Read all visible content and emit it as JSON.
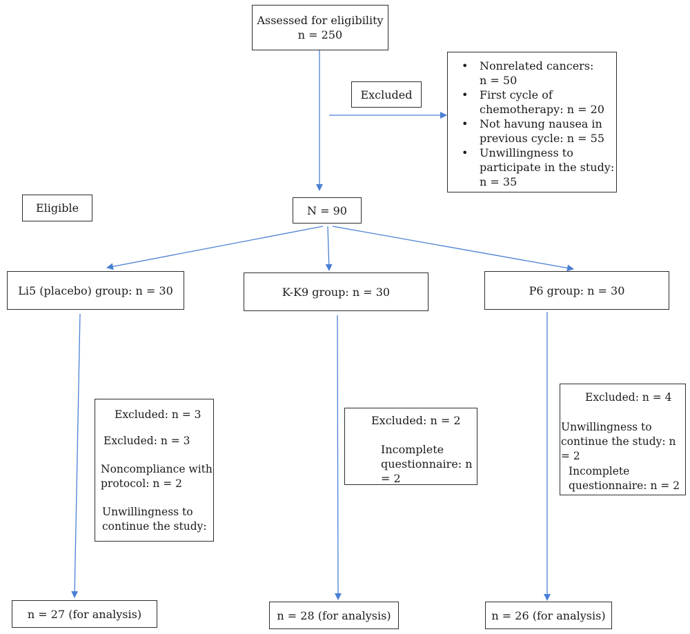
{
  "assessed": {
    "title": "Assessed for eligibility",
    "count": "n = 250"
  },
  "excluded_label": "Excluded",
  "exclusion_reasons": [
    {
      "line1": "Nonrelated cancers:",
      "line2": "n = 50"
    },
    {
      "line1": "First cycle of",
      "line2": "chemotherapy: n = 20"
    },
    {
      "line1": "Not havung nausea in",
      "line2": "previous cycle: n = 55"
    },
    {
      "line1": "Unwillingness to",
      "line2": "participate in the study:",
      "line3": "n = 35"
    }
  ],
  "eligible_label": "Eligible",
  "total": "N = 90",
  "groups": [
    {
      "name": "Li5 (placebo) group: n = 30",
      "excluded": {
        "lines": [
          "Excluded: n = 3",
          "Excluded: n = 3",
          "Noncompliance with",
          "protocol: n = 2",
          "Unwillingness to",
          "continue the study:"
        ]
      },
      "analysis": "n = 27 (for analysis)"
    },
    {
      "name": "K-K9 group: n = 30",
      "excluded": {
        "lines": [
          "Excluded: n = 2",
          "Incomplete",
          "questionnaire: n = 2"
        ]
      },
      "analysis": "n = 28 (for analysis)"
    },
    {
      "name": "P6 group: n = 30",
      "excluded": {
        "lines": [
          "Excluded: n = 4",
          "Unwillingness to",
          "continue the study: n = 2",
          "Incomplete",
          "questionnaire: n = 2"
        ]
      },
      "analysis": "n = 26 (for analysis)"
    }
  ],
  "colors": {
    "arrow": "#4a7fd4",
    "border": "#2b2b2b",
    "text": "#1a1a1a"
  }
}
